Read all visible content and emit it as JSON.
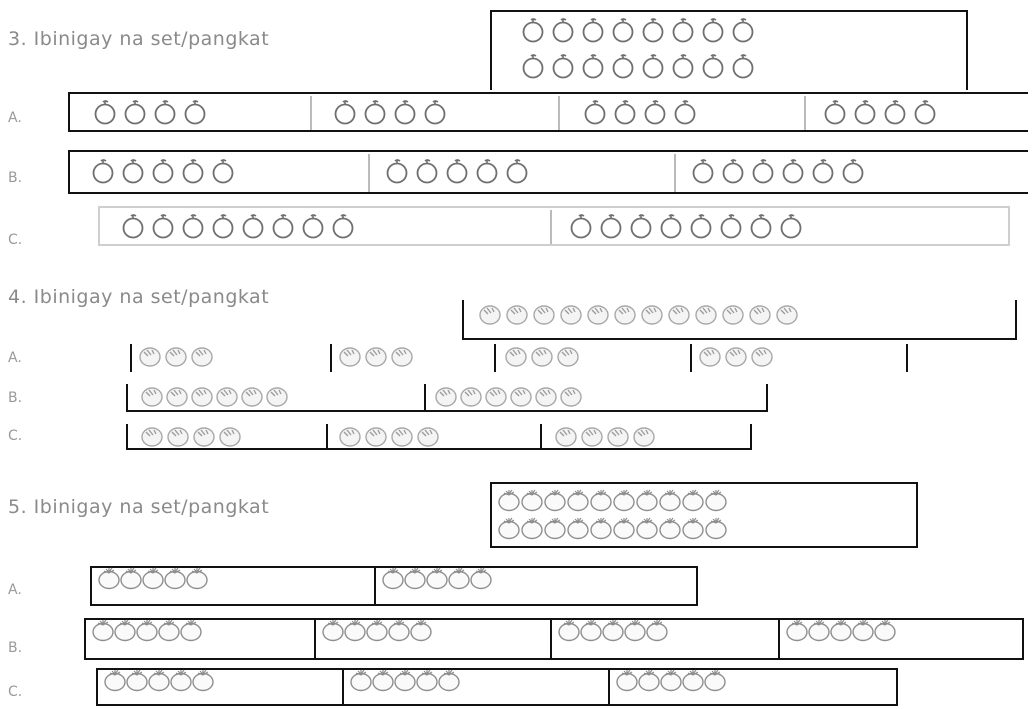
{
  "items": [
    {
      "number_label": "3. Ibinigay na set/pangkat",
      "object_icon": "round-fruit-icon",
      "given_set": {
        "rows": 2,
        "per_row": 8,
        "total": 16
      },
      "options": [
        {
          "letter": "A.",
          "groups": [
            4,
            4,
            4,
            4
          ]
        },
        {
          "letter": "B.",
          "groups": [
            5,
            5,
            6
          ]
        },
        {
          "letter": "C.",
          "groups": [
            8,
            8
          ]
        }
      ]
    },
    {
      "number_label": "4. Ibinigay na set/pangkat",
      "object_icon": "leafy-fruit-icon",
      "given_set": {
        "rows": 1,
        "per_row": 12,
        "total": 12
      },
      "options": [
        {
          "letter": "A.",
          "groups": [
            3,
            3,
            3,
            3
          ]
        },
        {
          "letter": "B.",
          "groups": [
            6,
            6
          ]
        },
        {
          "letter": "C.",
          "groups": [
            4,
            4,
            4
          ]
        }
      ]
    },
    {
      "number_label": "5. Ibinigay na set/pangkat",
      "object_icon": "tomato-icon",
      "given_set": {
        "rows": 2,
        "per_row": 10,
        "total": 20
      },
      "options": [
        {
          "letter": "A.",
          "groups": [
            5,
            5
          ]
        },
        {
          "letter": "B.",
          "groups": [
            5,
            5,
            5,
            5
          ]
        },
        {
          "letter": "C.",
          "groups": [
            5,
            5,
            5
          ]
        }
      ]
    }
  ]
}
